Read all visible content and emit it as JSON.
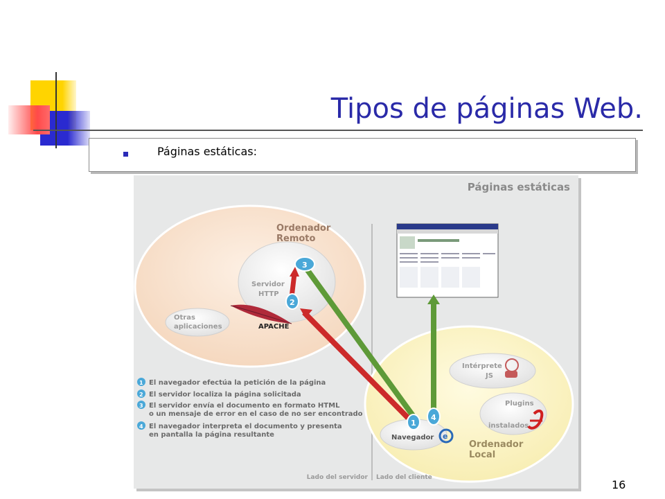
{
  "slide": {
    "title": "Tipos de páginas Web.",
    "bullet": "Páginas estáticas:",
    "page_number": "16"
  },
  "diagram": {
    "heading": "Páginas estáticas",
    "remote_title_line1": "Ordenador",
    "remote_title_line2": "Remoto",
    "server_line1": "Servidor",
    "server_line2": "HTTP",
    "apache_label": "APACHE",
    "other_apps_line1": "Otras",
    "other_apps_line2": "aplicaciones",
    "local_title_line1": "Ordenador",
    "local_title_line2": "Local",
    "js_line1": "Intérprete",
    "js_line2": "JS",
    "plugins_line1": "Plugins",
    "plugins_line2": "instalados",
    "browser_label": "Navegador",
    "side_server": "Lado del servidor",
    "side_client": "Lado del cliente",
    "badges": [
      "1",
      "2",
      "3",
      "4"
    ],
    "steps": [
      {
        "num": "1",
        "lines": [
          "El navegador efectúa la petición de la página"
        ]
      },
      {
        "num": "2",
        "lines": [
          "El servidor localiza la página solicitada"
        ]
      },
      {
        "num": "3",
        "lines": [
          "El servidor envía el documento en formato HTML",
          "o un mensaje de error en el caso de no ser encontrado"
        ]
      },
      {
        "num": "4",
        "lines": [
          "El  navegador interpreta el documento y presenta",
          "en pantalla la página resultante"
        ]
      }
    ],
    "colors": {
      "request_arrow": "#cc2a2a",
      "response_arrow": "#5e9a38",
      "badge": "#4aa8d8"
    }
  }
}
